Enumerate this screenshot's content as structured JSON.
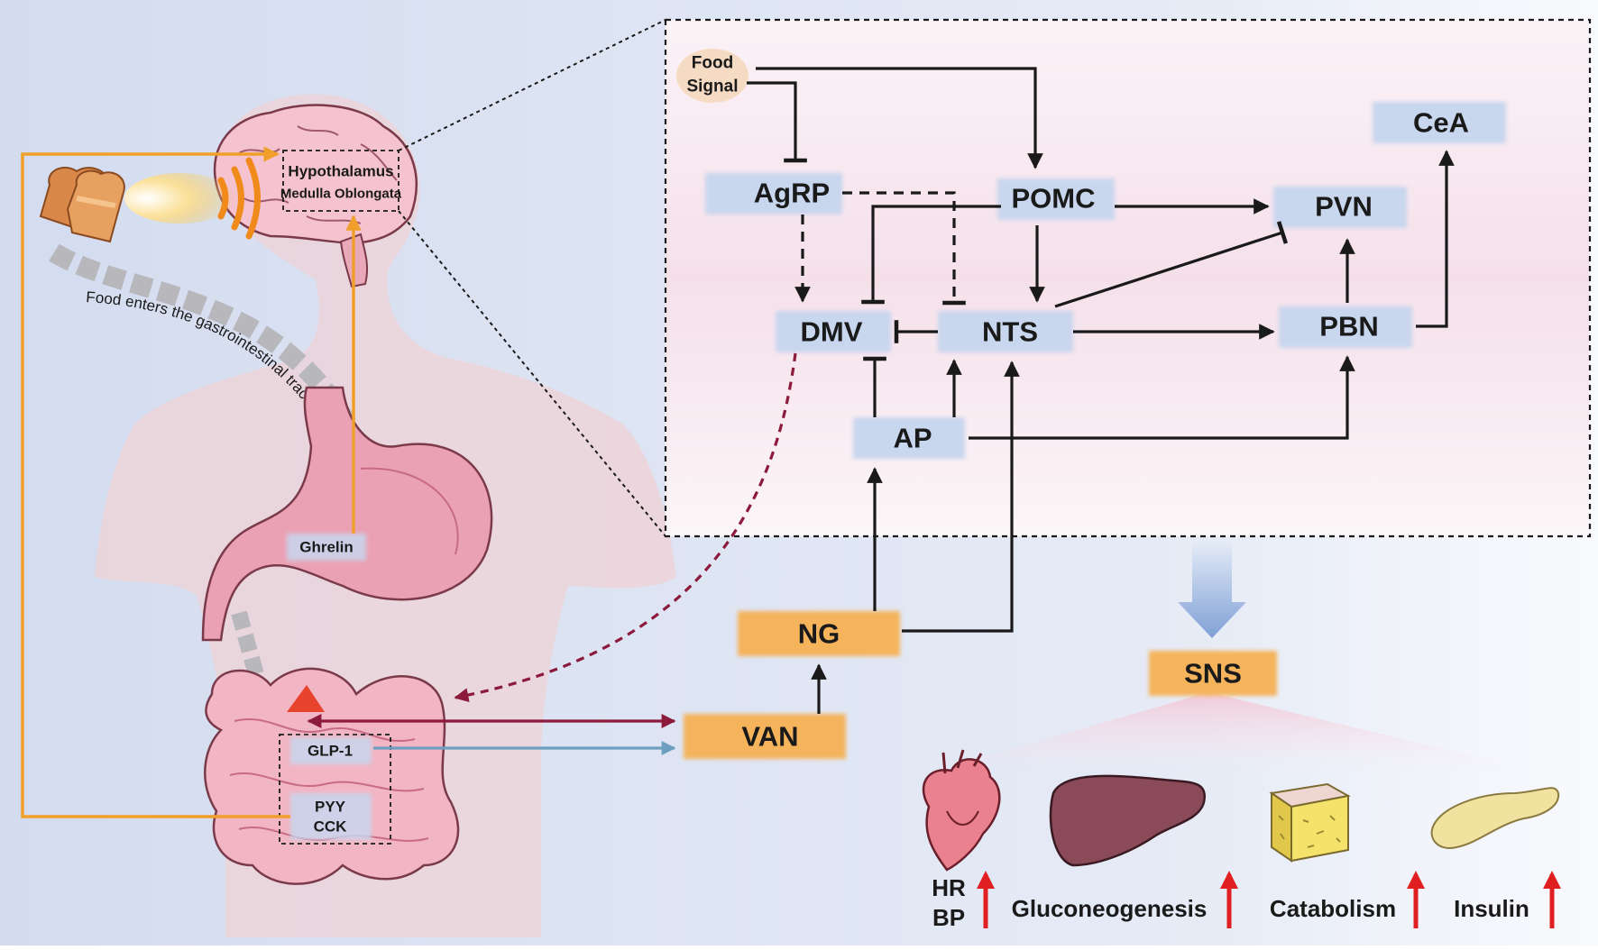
{
  "brain": {
    "region_1": "Hypothalamus",
    "region_2": "Medulla Oblongata"
  },
  "pathway": {
    "caption": "Food enters the gastrointestinal tract"
  },
  "gut_hormones": {
    "ghrelin": "Ghrelin",
    "glp1": "GLP-1",
    "pyy": "PYY",
    "cck": "CCK"
  },
  "inset": {
    "food_signal_line1": "Food",
    "food_signal_line2": "Signal",
    "nodes": {
      "agrp": "AgRP",
      "pomc": "POMC",
      "pvn": "PVN",
      "cea": "CeA",
      "dmv": "DMV",
      "nts": "NTS",
      "pbn": "PBN",
      "ap": "AP"
    }
  },
  "vagal": {
    "ng": "NG",
    "van": "VAN"
  },
  "sympathetic": {
    "sns": "SNS",
    "effects": {
      "hr": "HR",
      "bp": "BP",
      "gluconeogenesis": "Gluconeogenesis",
      "catabolism": "Catabolism",
      "insulin": "Insulin"
    }
  },
  "colors": {
    "node_box": "#c8d6ee",
    "orange_box": "#f5b45c",
    "orange_line": "#f0a02a",
    "maroon_arrow": "#8c1a3c",
    "blue_arrow": "#6f9fc0",
    "up_arrow": "#e02020",
    "inset_bg": "#f6e3ec"
  },
  "icons": [
    "toast-bread-icon",
    "brain-icon",
    "stomach-icon",
    "intestine-icon",
    "heart-icon",
    "liver-icon",
    "adipose-tissue-icon",
    "pancreas-icon"
  ]
}
